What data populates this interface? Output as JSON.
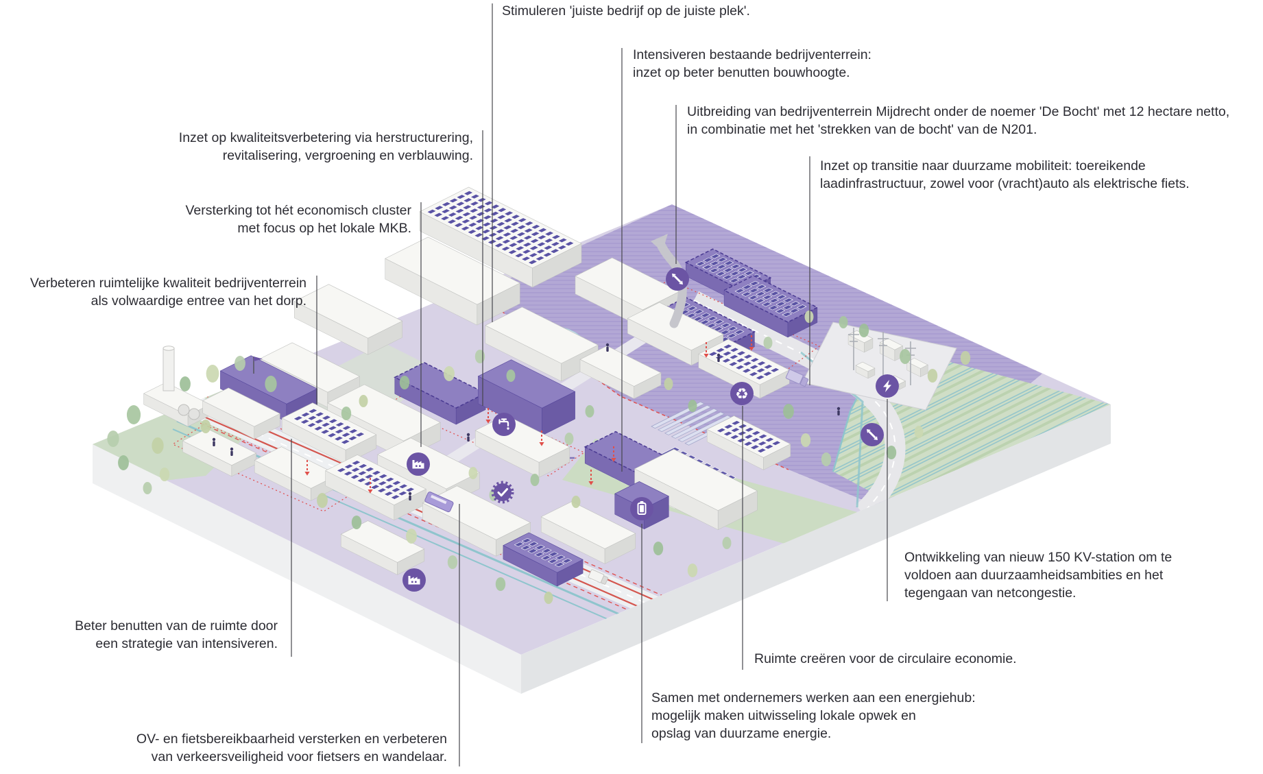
{
  "annotations": [
    {
      "id": "stimuleren",
      "text": "Stimuleren 'juiste bedrijf op de juiste plek'."
    },
    {
      "id": "intensiveren",
      "text": "Intensiveren bestaande bedrijventerrein:\ninzet op beter benutten bouwhoogte."
    },
    {
      "id": "uitbreiding",
      "text": "Uitbreiding van bedrijventerrein Mijdrecht onder de noemer 'De Bocht' met 12 hectare netto,\nin combinatie met het 'strekken van de bocht' van de N201."
    },
    {
      "id": "mobiliteit",
      "text": "Inzet op transitie naar duurzame mobiliteit: toereikende\nlaadinfrastructuur, zowel voor (vracht)auto als elektrische fiets."
    },
    {
      "id": "kwaliteit",
      "text": "Inzet op kwaliteitsverbetering via herstructurering,\nrevitalisering, vergroening en verblauwing."
    },
    {
      "id": "versterking",
      "text": "Versterking tot hét economisch cluster\nmet focus op het lokale MKB."
    },
    {
      "id": "entree",
      "text": "Verbeteren ruimtelijke kwaliteit bedrijventerrein\nals volwaardige entree van het dorp."
    },
    {
      "id": "beter-benutten",
      "text": "Beter benutten van de ruimte door\neen strategie van intensiveren."
    },
    {
      "id": "ov-fiets",
      "text": "OV- en fietsbereikbaarheid versterken en verbeteren\nvan verkeersveiligheid voor fietsers en wandelaar."
    },
    {
      "id": "kv-station",
      "text": "Ontwikkeling van nieuw 150 KV-station om te\nvoldoen aan duurzaamheidsambities en het\ntegengaan van netcongestie."
    },
    {
      "id": "circulair",
      "text": "Ruimte creëren voor de circulaire economie."
    },
    {
      "id": "energiehub",
      "text": "Samen met ondernemers werken aan een energiehub:\nmogelijk maken uitwisseling lokale opwek en\nopslag van duurzame energie."
    }
  ],
  "map_icons": [
    "exchange-arrows",
    "exchange-arrows",
    "tap",
    "factory",
    "factory",
    "check-badge",
    "battery",
    "recycle",
    "lightning"
  ],
  "colors": {
    "accent_purple": "#6b54a4",
    "building_purple": "#8e80c1",
    "ground_lavender": "#d8d2e6",
    "zone_purple": "#b3a8d5",
    "green": "#cfdec6",
    "road_red": "#d4564f",
    "water_teal": "#8fc5cd",
    "text": "#2c2c33"
  }
}
